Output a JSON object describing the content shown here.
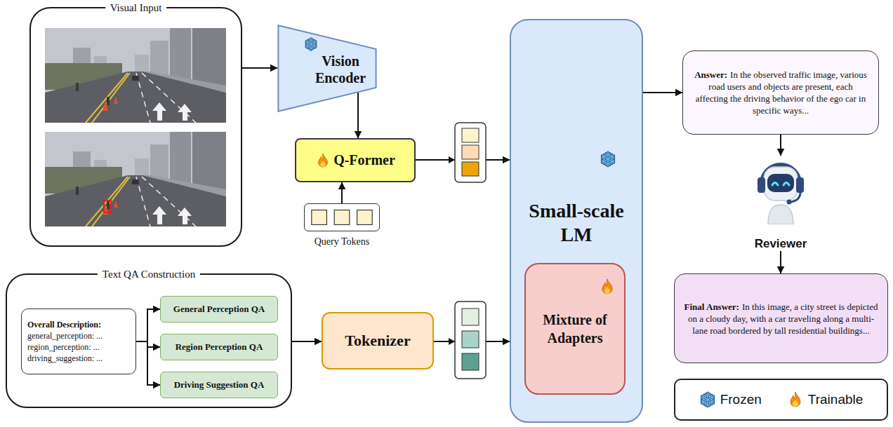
{
  "diagram": {
    "nodes": [
      {
        "text": [
          "Visual Input"
        ]
      },
      {
        "text": [
          "Vision Encoder"
        ]
      },
      {
        "text": [
          "Q-Former"
        ]
      },
      {
        "text": [
          "Query Tokens"
        ]
      },
      {
        "text": [
          "Small-scale LM"
        ]
      },
      {
        "text": [
          "Mixture of Adapters"
        ],
        "in": 4
      },
      {
        "text": [
          "Text QA Construction"
        ]
      },
      {
        "text": [
          "Overall Description:",
          "general_perception: ...",
          "region_perception: ...",
          "driving_suggestion: ..."
        ],
        "in": 6
      },
      {
        "text": [
          "General Perception QA"
        ],
        "in": 6
      },
      {
        "text": [
          "Region Perception QA"
        ],
        "in": 6
      },
      {
        "text": [
          "Driving Suggestion QA"
        ],
        "in": 6
      },
      {
        "text": [
          "Tokenizer"
        ]
      },
      {
        "text": [
          "Answer:",
          "In the observed traffic image, various road users and objects are present, each affecting the driving behavior of the ego car in specific ways..."
        ]
      },
      {
        "text": [
          "Reviewer"
        ]
      },
      {
        "text": [
          "Final Answer:",
          "In this image, a city street is depicted on a cloudy day, with a car traveling along a multi-lane road bordered by tall residential buildings..."
        ]
      }
    ],
    "edges": [
      {
        "from": 0,
        "to": 1,
        "arrow": "to"
      },
      {
        "from": 1,
        "to": 2,
        "arrow": "to"
      },
      {
        "from": 3,
        "to": 2,
        "arrow": "to"
      },
      {
        "from": 2,
        "to": 4,
        "arrow": "to"
      },
      {
        "from": 6,
        "to": 11,
        "arrow": "to"
      },
      {
        "from": 11,
        "to": 4,
        "arrow": "to"
      },
      {
        "from": 7,
        "to": 8,
        "arrow": "to"
      },
      {
        "from": 7,
        "to": 9,
        "arrow": "to"
      },
      {
        "from": 7,
        "to": 10,
        "arrow": "to"
      },
      {
        "from": 4,
        "to": 12,
        "arrow": "to"
      },
      {
        "from": 12,
        "to": 13,
        "arrow": "to"
      },
      {
        "from": 13,
        "to": 14,
        "arrow": "to"
      }
    ],
    "legend": [
      {
        "text": "Frozen"
      },
      {
        "text": "Trainable"
      }
    ]
  }
}
